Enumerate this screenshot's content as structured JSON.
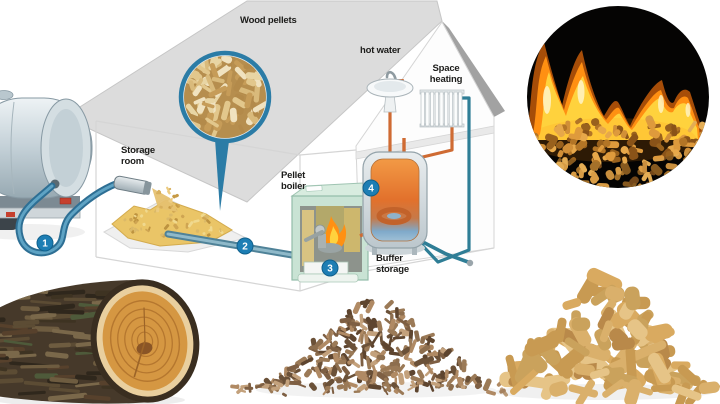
{
  "diagram": {
    "labels": {
      "wood_pellets": "Wood pellets",
      "storage_room": [
        "Storage",
        "room"
      ],
      "hot_water": "hot water",
      "space_heating": [
        "Space",
        "heating"
      ],
      "pellet_boiler": [
        "Pellet",
        "boiler"
      ],
      "buffer_storage": [
        "Buffer",
        "storage"
      ]
    },
    "markers": [
      "1",
      "2",
      "3",
      "4"
    ],
    "colors": {
      "marker_blue": "#1d7eb4",
      "magnifier_ring": "#2b7ca6",
      "pipe_hot_orange": "#cf6b33",
      "pipe_cold_teal": "#2f7e96",
      "pellet_tan": "#eac567",
      "roof_gray": "#dcdcdc",
      "boiler_mint": "#c9e3d4",
      "flame_orange": "#ff9012"
    }
  },
  "photos": {
    "burning_pellets": "burning-wood-pellets",
    "log": "cut-log",
    "wood_chips": "wood-chips-pile",
    "pellets_pile": "wood-pellets-pile"
  }
}
